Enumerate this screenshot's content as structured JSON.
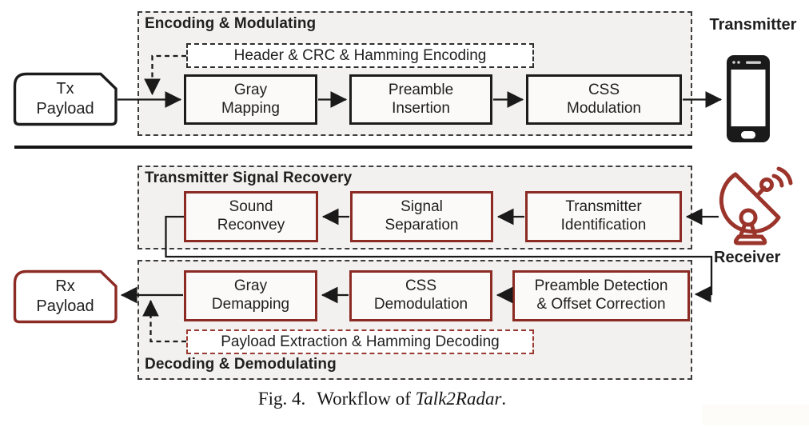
{
  "colors": {
    "black_border": "#1c1c1c",
    "red_border": "#8c2b24",
    "red_dash": "#9a3a30",
    "radar_red": "#9b352c",
    "container_bg": "#f2f1ef",
    "box_bg": "#fbfaf8"
  },
  "icons": {
    "transmitter": "smartphone-icon",
    "receiver": "radar-dish-icon"
  },
  "top_section": {
    "label": "Encoding & Modulating",
    "aux_label": "Header & CRC & Hamming Encoding",
    "input": {
      "line1": "Tx",
      "line2": "Payload"
    },
    "boxes": [
      {
        "line1": "Gray",
        "line2": "Mapping"
      },
      {
        "line1": "Preamble",
        "line2": "Insertion"
      },
      {
        "line1": "CSS",
        "line2": "Modulation"
      }
    ],
    "endpoint_label": "Transmitter"
  },
  "recovery_section": {
    "label": "Transmitter Signal Recovery",
    "boxes": [
      {
        "line1": "Sound",
        "line2": "Reconvey"
      },
      {
        "line1": "Signal",
        "line2": "Separation"
      },
      {
        "line1": "Transmitter",
        "line2": "Identification"
      }
    ],
    "endpoint_label": "Receiver"
  },
  "decoding_section": {
    "label": "Decoding & Demodulating",
    "aux_label": "Payload Extraction & Hamming Decoding",
    "output": {
      "line1": "Rx",
      "line2": "Payload"
    },
    "boxes": [
      {
        "line1": "Gray",
        "line2": "Demapping"
      },
      {
        "line1": "CSS",
        "line2": "Demodulation"
      },
      {
        "line1": "Preamble Detection",
        "line2": "& Offset Correction"
      }
    ]
  },
  "caption": {
    "fig_label": "Fig. 4.",
    "body": "Workflow of",
    "title_italic": "Talk2Radar",
    "suffix": "."
  }
}
